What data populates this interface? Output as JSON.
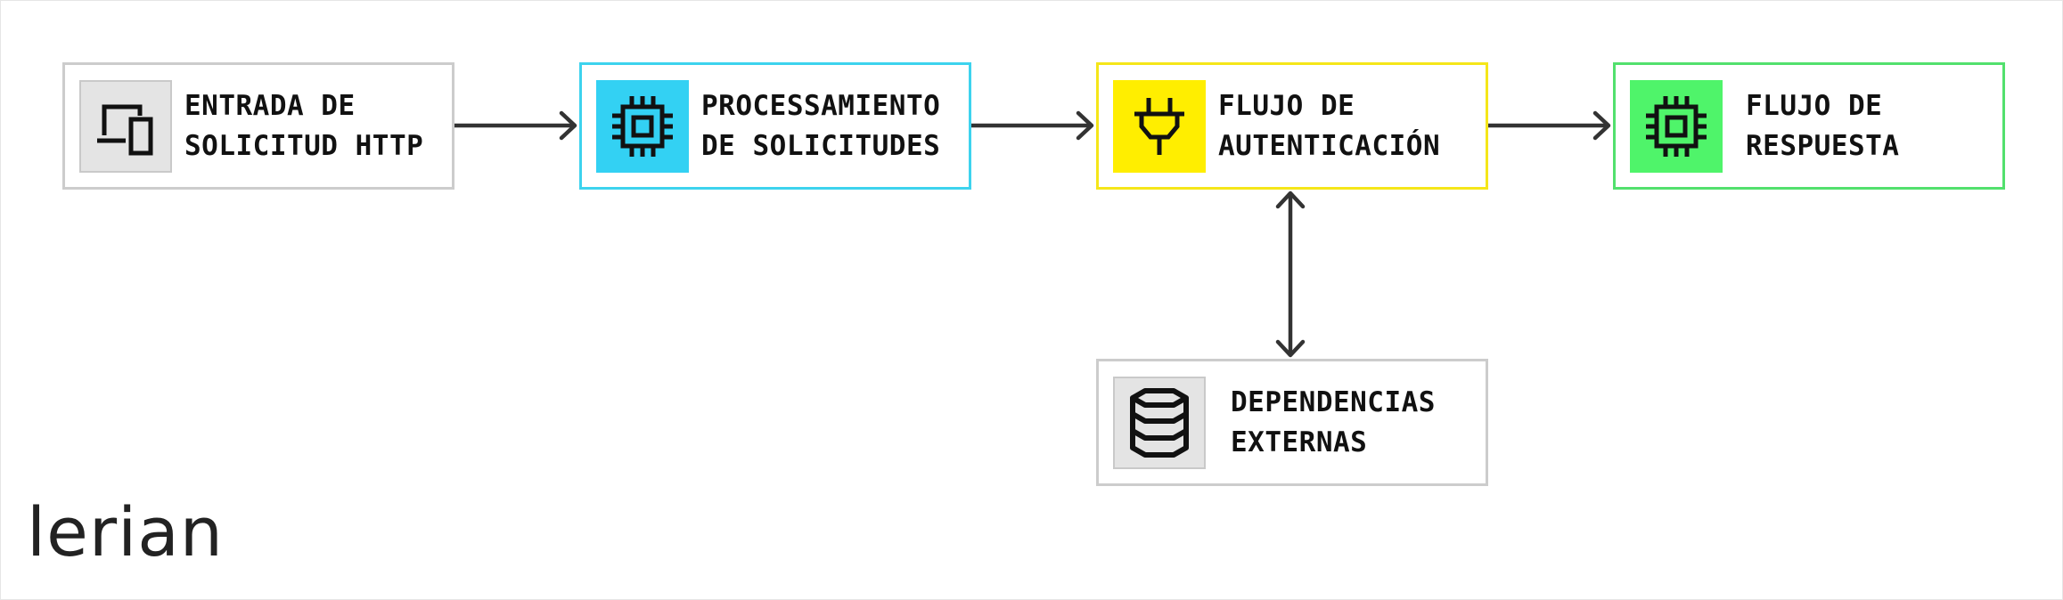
{
  "diagram": {
    "nodes": [
      {
        "id": "http-input",
        "lines": [
          "ENTRADA DE",
          "SOLICITUD HTTP"
        ],
        "icon": "devices-icon",
        "color": "#cccccc"
      },
      {
        "id": "request-processing",
        "lines": [
          "PROCESSAMIENTO",
          "DE SOLICITUDES"
        ],
        "icon": "chip-icon",
        "color": "#33d1f3"
      },
      {
        "id": "auth-flow",
        "lines": [
          "FLUJO DE",
          "AUTENTICACIÓN"
        ],
        "icon": "plug-icon",
        "color": "#ffee00"
      },
      {
        "id": "response-flow",
        "lines": [
          "FLUJO DE",
          "RESPUESTA"
        ],
        "icon": "chip-icon",
        "color": "#4ff46a"
      },
      {
        "id": "external-deps",
        "lines": [
          "DEPENDENCIAS",
          "EXTERNAS"
        ],
        "icon": "database-icon",
        "color": "#cccccc"
      }
    ],
    "edges": [
      {
        "from": "http-input",
        "to": "request-processing",
        "direction": "forward"
      },
      {
        "from": "request-processing",
        "to": "auth-flow",
        "direction": "forward"
      },
      {
        "from": "auth-flow",
        "to": "response-flow",
        "direction": "forward"
      },
      {
        "from": "auth-flow",
        "to": "external-deps",
        "direction": "bidirectional"
      }
    ]
  },
  "brand": {
    "logo_text": "lerian"
  }
}
